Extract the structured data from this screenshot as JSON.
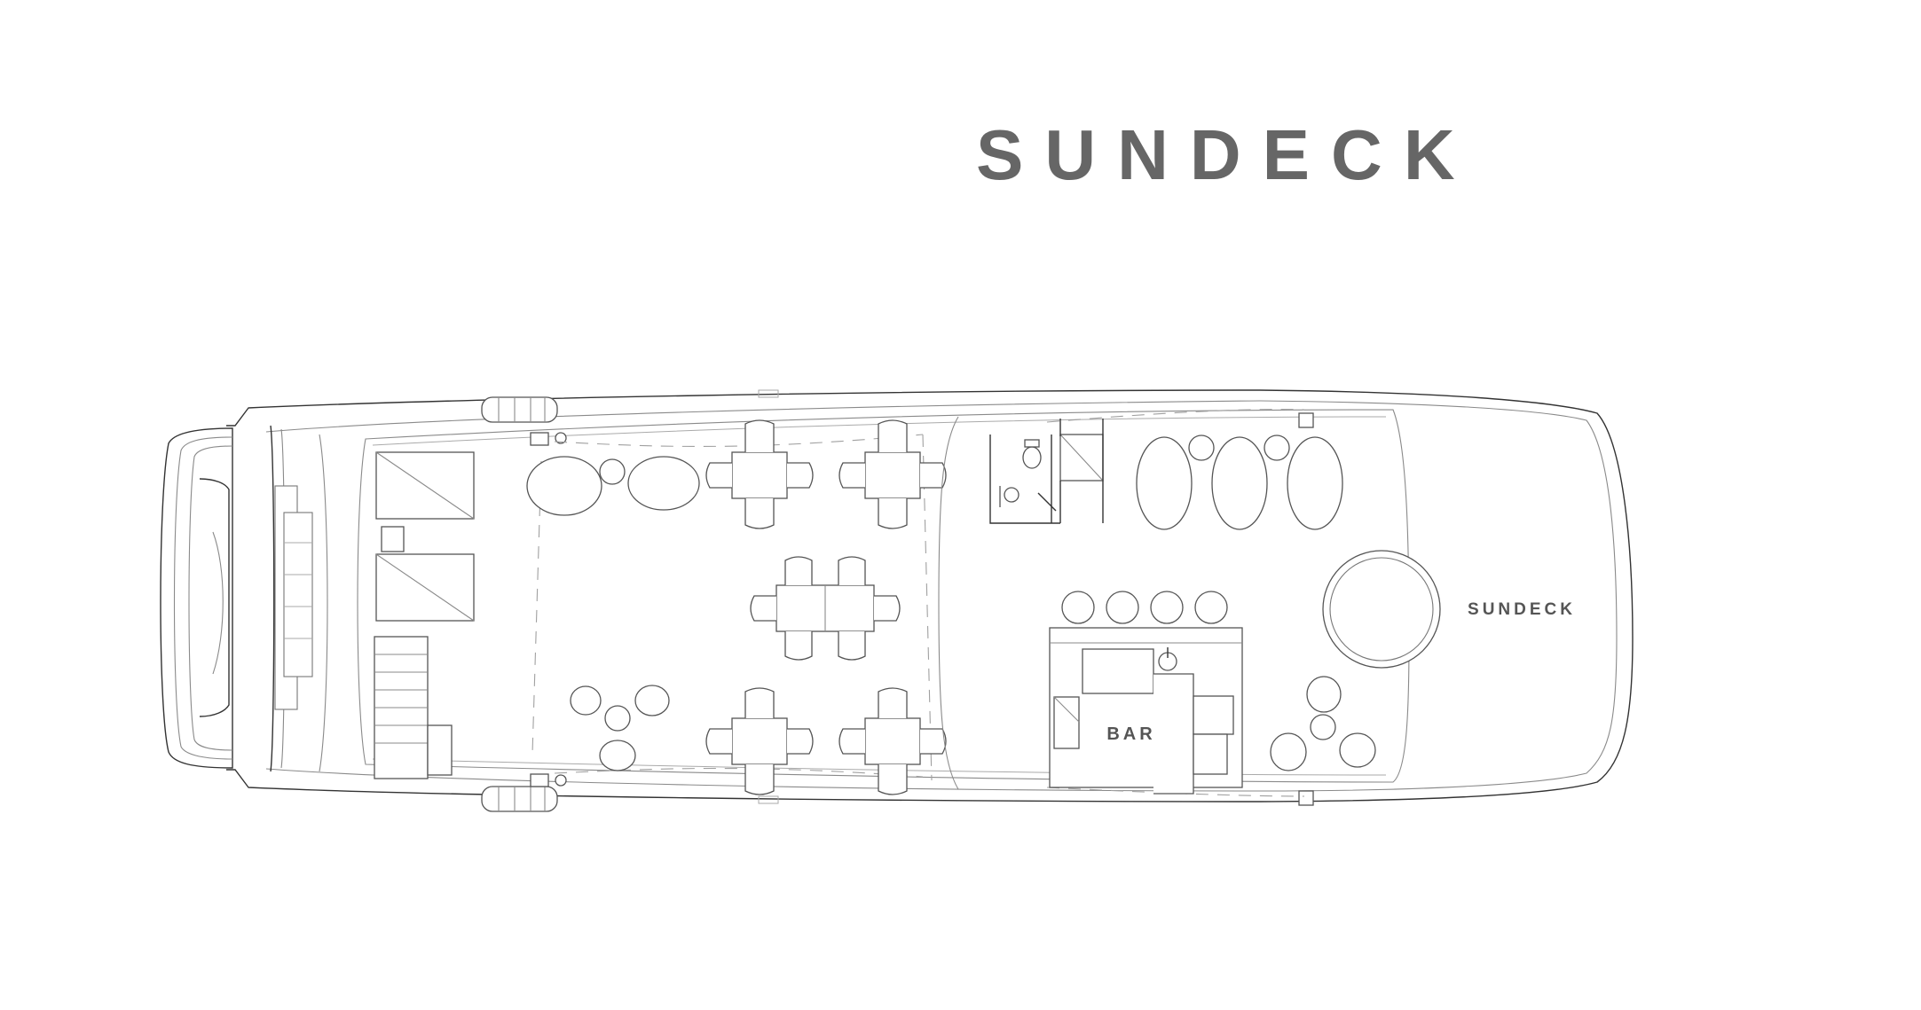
{
  "title": "SUNDECK",
  "labels": {
    "bar": "BAR",
    "deck": "SUNDECK"
  }
}
